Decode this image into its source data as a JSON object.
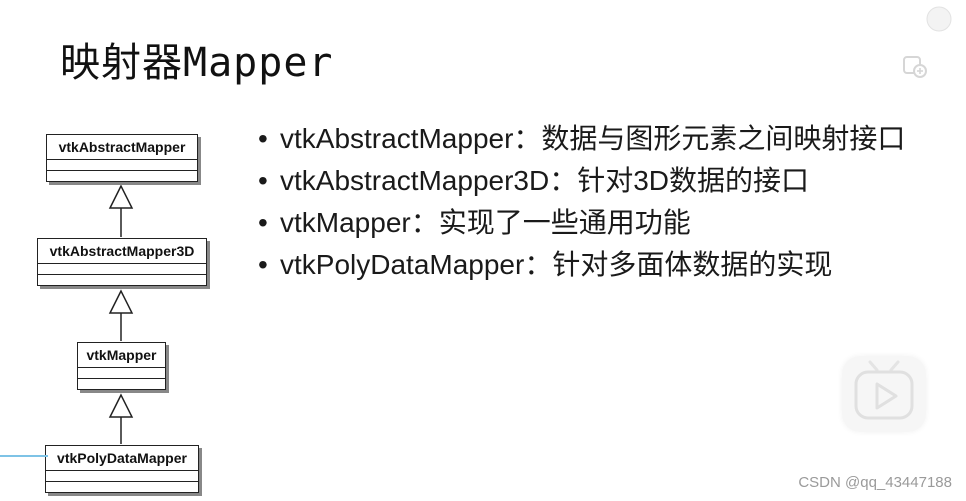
{
  "title": "映射器Mapper",
  "bullets": [
    "vtkAbstractMapper：数据与图形元素之间映射接口",
    "vtkAbstractMapper3D：针对3D数据的接口",
    "vtkMapper：实现了一些通用功能",
    "vtkPolyDataMapper：针对多面体数据的实现"
  ],
  "bullet_symbol": "•",
  "uml": {
    "classes": [
      "vtkAbstractMapper",
      "vtkAbstractMapper3D",
      "vtkMapper",
      "vtkPolyDataMapper"
    ]
  },
  "watermark": "CSDN @qq_43447188",
  "icons": {
    "play": "play-button-icon",
    "pip": "picture-in-picture-icon",
    "corner": "corner-icon"
  }
}
